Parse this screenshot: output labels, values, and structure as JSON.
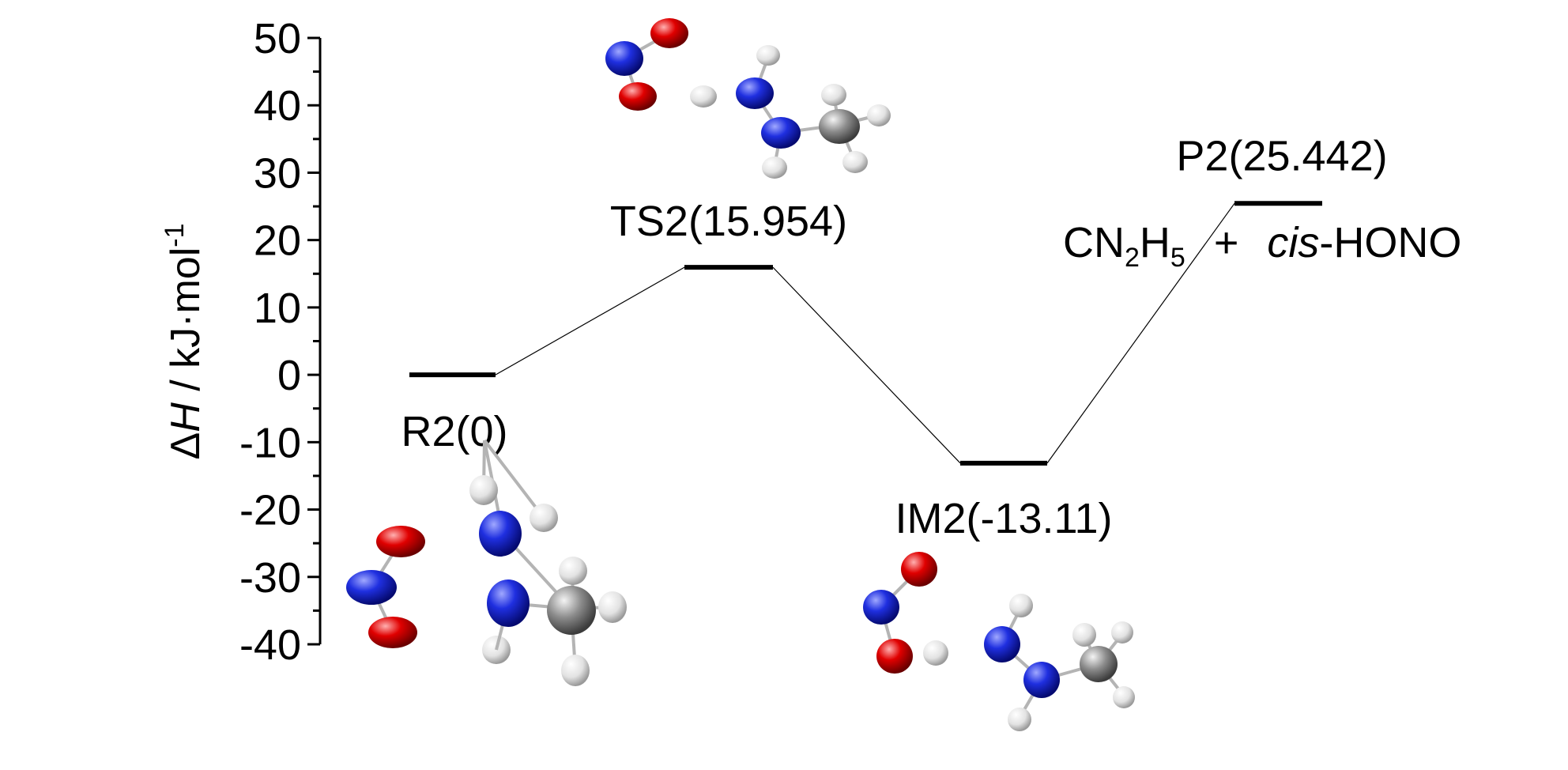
{
  "chart_data": {
    "type": "line",
    "ylabel": {
      "prefix": "Δ",
      "symbol": "H",
      "unit": " / kJ·mol",
      "unit_exp": "-1"
    },
    "ylim": [
      -40,
      50
    ],
    "y_ticks": [
      "50",
      "40",
      "30",
      "20",
      "10",
      "0",
      "-10",
      "-20",
      "-30",
      "-40"
    ],
    "y_tick_values": [
      50,
      40,
      30,
      20,
      10,
      0,
      -10,
      -20,
      -30,
      -40
    ],
    "grid": false,
    "legend": "none",
    "series": [
      {
        "points": [
          {
            "label": "R2(0)",
            "value": 0
          },
          {
            "label": "TS2(15.954)",
            "value": 15.954
          },
          {
            "label": "IM2(-13.11)",
            "value": -13.11
          },
          {
            "label": "P2(25.442)",
            "value": 25.442
          }
        ]
      }
    ],
    "product_annotation": {
      "formula_main": "CN",
      "sub1": "2",
      "formula_mid": "H",
      "sub2": "5",
      "plus": "+",
      "italic": "cis",
      "rest": "-HONO"
    }
  },
  "colors": {
    "nitrogen": "#1a1ad9",
    "oxygen": "#e00000",
    "carbon": "#8a8a8a",
    "hydrogen": "#e8e8e8",
    "line": "#000000"
  }
}
